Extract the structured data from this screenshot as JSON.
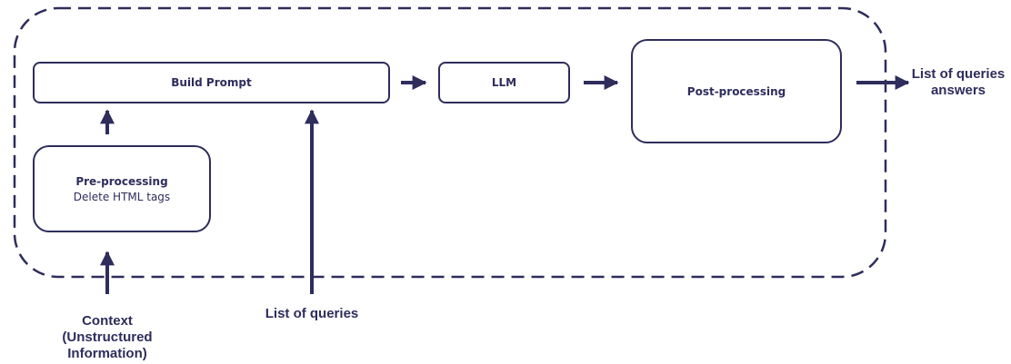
{
  "nodes": {
    "build_prompt": {
      "title": "Build Prompt"
    },
    "llm": {
      "title": "LLM"
    },
    "post_processing": {
      "title": "Post-processing"
    },
    "pre_processing": {
      "title": "Pre-processing",
      "subtitle": "Delete HTML tags"
    }
  },
  "external": {
    "context": "Context\n(Unstructured\nInformation)",
    "queries": "List of queries",
    "answers": "List of queries\nanswers"
  },
  "colors": {
    "stroke": "#2e2d5c",
    "background": "#ffffff"
  }
}
